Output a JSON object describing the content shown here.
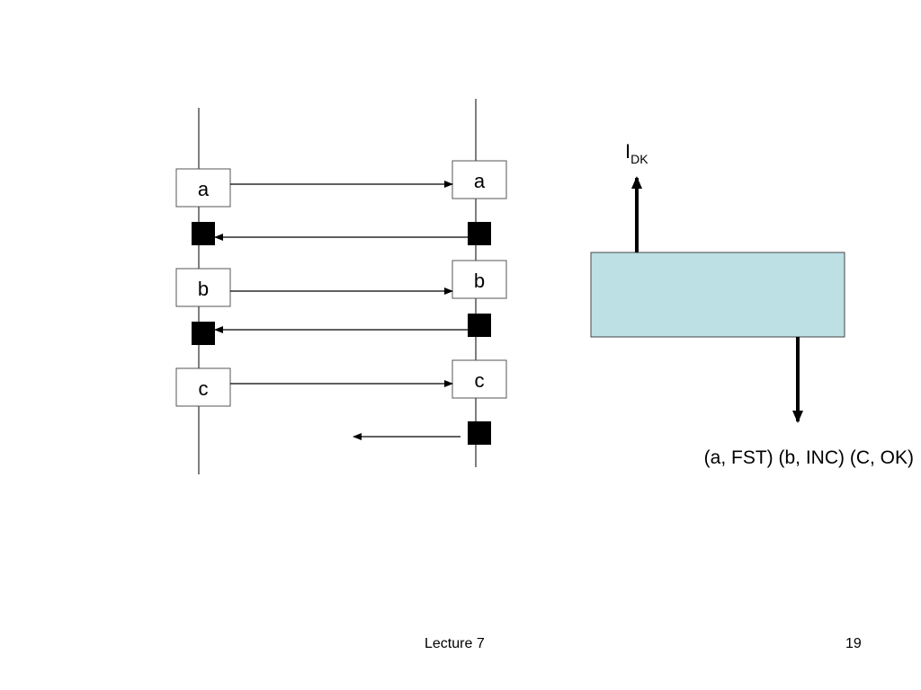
{
  "left_timeline": {
    "messages": [
      "a",
      "b",
      "c"
    ]
  },
  "right_timeline": {
    "messages": [
      "a",
      "b",
      "c"
    ]
  },
  "process": {
    "input_label_main": "I",
    "input_label_sub": "DK",
    "output_label": "(a, FST) (b, INC) (C, OK)",
    "fill_color": "#bce0e3"
  },
  "footer": {
    "lecture": "Lecture 7",
    "page_number": "19"
  }
}
